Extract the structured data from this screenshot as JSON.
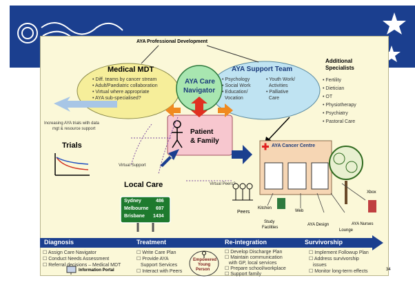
{
  "header": {
    "professional_development": "AYA Professional Development"
  },
  "medical_mdt": {
    "title": "Medical MDT",
    "items": [
      "Diff. teams by cancer stream",
      "Adult/Paediatric collaboration",
      "Virtual where appropriate",
      "AYA sub-specialised?"
    ]
  },
  "navigator": {
    "line1": "AYA Care",
    "line2": "Navigator"
  },
  "support_team": {
    "title": "AYA Support Team",
    "col1": [
      "Psychology",
      "Social Work",
      "Education/",
      "Vocation"
    ],
    "col2": [
      "Youth Work/",
      "Activities",
      "Palliative",
      "Care"
    ]
  },
  "specialists": {
    "title_line1": "Additional",
    "title_line2": "Specialists",
    "items": [
      "Fertility",
      "Dietician",
      "OT",
      "Physiotherapy",
      "Psychiatry",
      "Pastoral Care"
    ]
  },
  "patient": {
    "line1": "Patient",
    "line2": "& Family"
  },
  "trials": {
    "note_line1": "Increasing AYA trials with data",
    "note_line2": "mgt & resource support",
    "title": "Trials"
  },
  "labels": {
    "virtual_support": "Virtual Support",
    "virtual_peers": "Virtual Peers?",
    "local_care": "Local Care",
    "peers": "Peers"
  },
  "local_sign": [
    {
      "city": "Sydney",
      "value": "486"
    },
    {
      "city": "Melbourne",
      "value": "697"
    },
    {
      "city": "Brisbane",
      "value": "1434"
    }
  ],
  "centre": {
    "title": "AYA Cancer Centre",
    "kitchen": "Kitchen",
    "study_line1": "Study",
    "study_line2": "Facilities",
    "web": "Web",
    "aya_design": "AYA Design",
    "lounge": "Lounge",
    "aya_nurses": "AYA Nurses",
    "xbox": "Xbox"
  },
  "phases": [
    "Diagnosis",
    "Treatment",
    "Re-integration",
    "Survivorship"
  ],
  "diagnosis": {
    "items": [
      "Assign Care Navigator",
      "Conduct Needs Assessment",
      "Referral decisions – Medical MDT"
    ],
    "portal": "Information Portal"
  },
  "treatment": {
    "items": [
      "Write Care Plan",
      "Provide AYA",
      "Support Services",
      "Interact with Peers"
    ],
    "empowered_line1": "Empowered",
    "empowered_line2": "Young",
    "empowered_line3": "Person"
  },
  "reintegration": {
    "items": [
      "Develop Discharge Plan",
      "Maintain communication",
      "with GP, local services",
      "Prepare school/workplace",
      "Support family"
    ]
  },
  "survivorship": {
    "items": [
      "Implement Followup Plan",
      "Address survivorship",
      "issues",
      "Monitor long-term effects"
    ]
  },
  "page_number": "34",
  "colors": {
    "banner": "#1b3f8f",
    "slide_bg": "#fbf8d8",
    "mdt_fill": "#f6ee9a",
    "navigator_fill": "#a8e6b0",
    "support_fill": "#bfe3f2",
    "patient_fill": "#f7c7cf",
    "phase_bar": "#1b3f8f",
    "sign_green": "#1e7a2e",
    "centre_fill": "#f6d6b4"
  }
}
